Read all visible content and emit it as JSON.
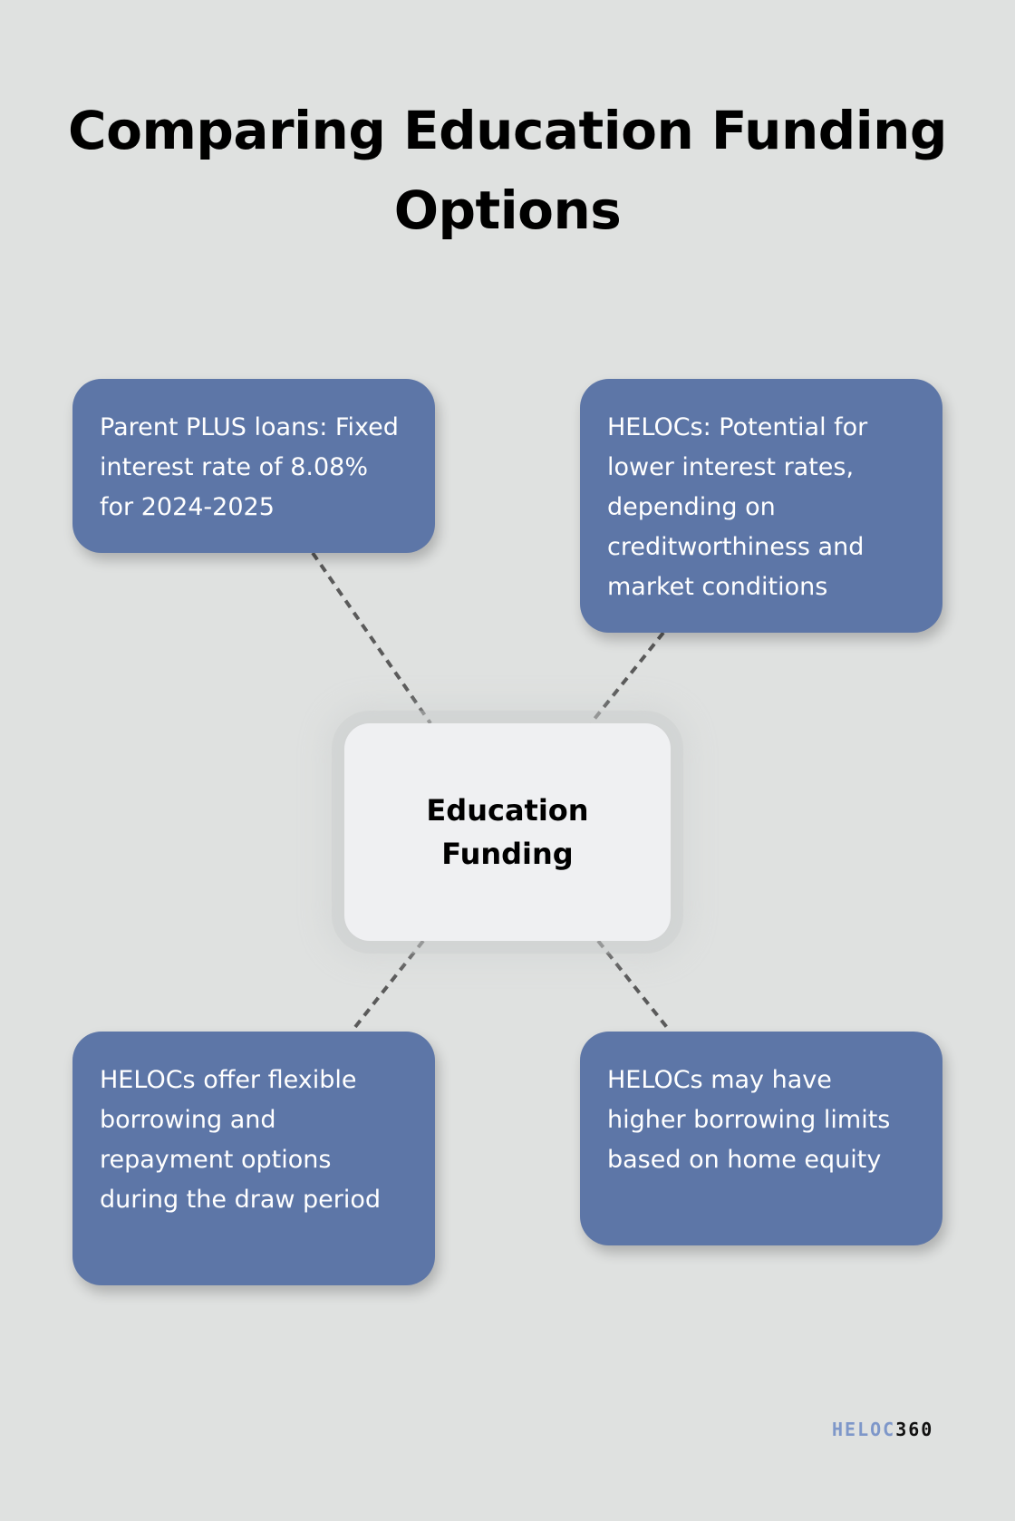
{
  "title": "Comparing Education Funding Options",
  "center_node": {
    "label": "Education Funding"
  },
  "nodes": [
    {
      "text": "Parent PLUS loans: Fixed interest rate of 8.08% for 2024-2025"
    },
    {
      "text": "HELOCs: Potential for lower interest rates, depending on creditworthiness and market conditions"
    },
    {
      "text": "HELOCs offer flexible borrowing and repayment options during the draw period"
    },
    {
      "text": "HELOCs may have higher borrowing limits based on home equity"
    }
  ],
  "logo": {
    "part1": "HELOC",
    "part2": "360"
  },
  "colors": {
    "background": "#dfe1e0",
    "card": "#5d76a7",
    "center_card": "#eff0f2",
    "connector": "#5a5a5a",
    "logo_accent": "#7e97c9"
  }
}
